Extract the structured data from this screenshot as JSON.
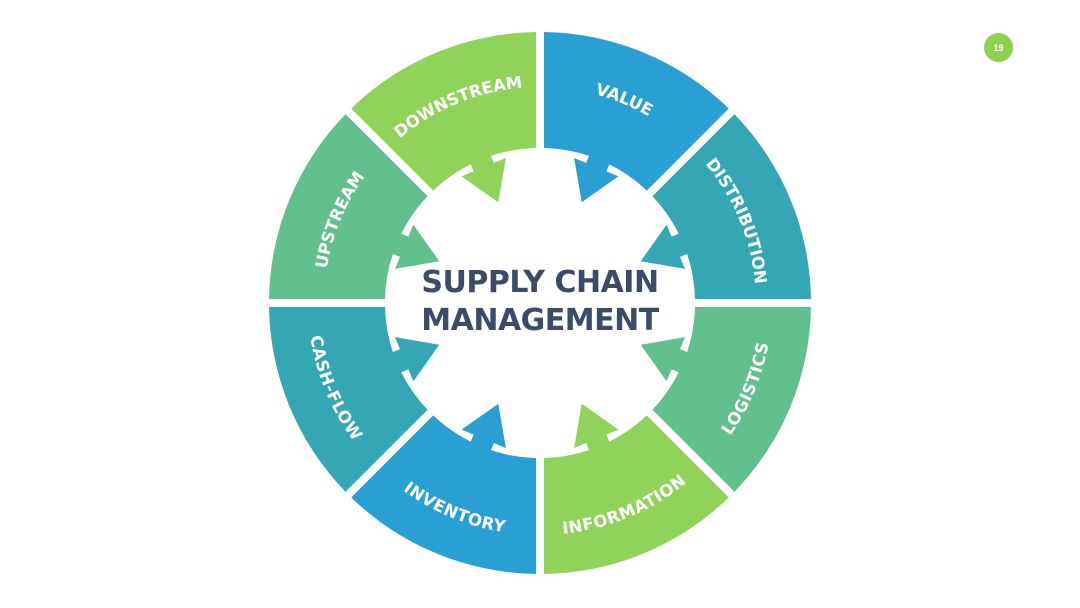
{
  "page_number": "19",
  "center": {
    "line1": "SUPPLY CHAIN",
    "line2": "MANAGEMENT"
  },
  "segments": [
    {
      "label": "VALUE",
      "color": "#2a9fd4"
    },
    {
      "label": "DISTRIBUTION",
      "color": "#35a7b4"
    },
    {
      "label": "LOGISTICS",
      "color": "#62c08e"
    },
    {
      "label": "INFORMATION",
      "color": "#8fd35a"
    },
    {
      "label": "INVENTORY",
      "color": "#2a9fd4"
    },
    {
      "label": "CASH-FLOW",
      "color": "#35a7b4"
    },
    {
      "label": "UPSTREAM",
      "color": "#62c08e"
    },
    {
      "label": "DOWNSTREAM",
      "color": "#8fd35a"
    }
  ]
}
